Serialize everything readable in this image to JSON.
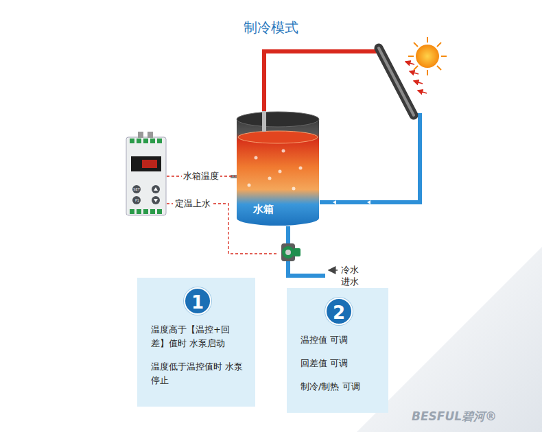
{
  "diagram": {
    "title": "制冷模式",
    "nodes": [
      {
        "text": [
          "水箱"
        ]
      },
      {
        "text": [
          "SET",
          "F1"
        ]
      },
      {
        "text": [
          "温度高于【温控+回差】值时 水泵启动",
          "温度低于温控值时 水泵停止"
        ]
      },
      {
        "text": [
          "1"
        ],
        "in": 2
      },
      {
        "text": [
          "温控值 可调",
          "回差值 可调",
          "制冷/制热 可调"
        ]
      },
      {
        "text": [
          "2"
        ],
        "in": 4
      }
    ],
    "edges": [
      {
        "from": 1,
        "to": 0,
        "label": "水箱温度",
        "arrow": "none"
      }
    ],
    "labels": [
      "定温上水",
      "冷水 进水",
      "BESFUL碧河®"
    ]
  }
}
